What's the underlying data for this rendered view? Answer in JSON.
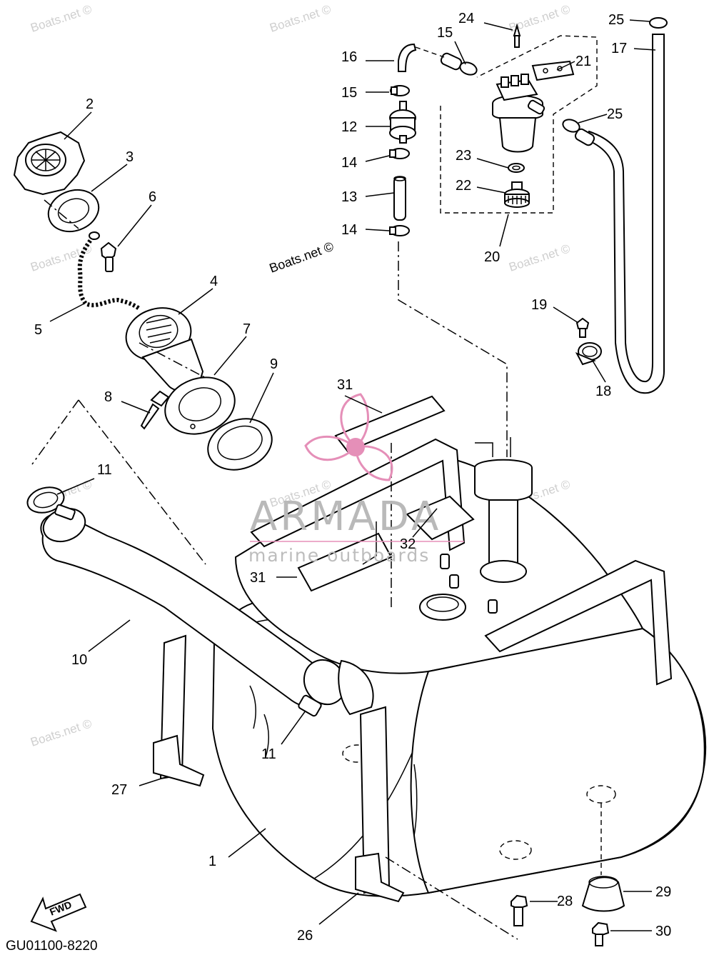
{
  "diagram_code": "GU01100-8220",
  "watermark_text": "Boats.net ©",
  "credit_text": "Boats.net ©",
  "logo": {
    "brand": "ARMADA",
    "tagline": "marine outboards",
    "accent_color": "#e58fb8"
  },
  "fwd_label": "FWD",
  "callouts": {
    "c1": "1",
    "c2": "2",
    "c3": "3",
    "c4": "4",
    "c5": "5",
    "c6": "6",
    "c7": "7",
    "c8": "8",
    "c9": "9",
    "c10": "10",
    "c11a": "11",
    "c11b": "11",
    "c12": "12",
    "c13": "13",
    "c14a": "14",
    "c14b": "14",
    "c15a": "15",
    "c15b": "15",
    "c16": "16",
    "c17": "17",
    "c18": "18",
    "c19": "19",
    "c20": "20",
    "c21": "21",
    "c22": "22",
    "c23": "23",
    "c24": "24",
    "c25a": "25",
    "c25b": "25",
    "c26": "26",
    "c27": "27",
    "c28": "28",
    "c29": "29",
    "c30": "30",
    "c31a": "31",
    "c31b": "31",
    "c32": "32"
  }
}
